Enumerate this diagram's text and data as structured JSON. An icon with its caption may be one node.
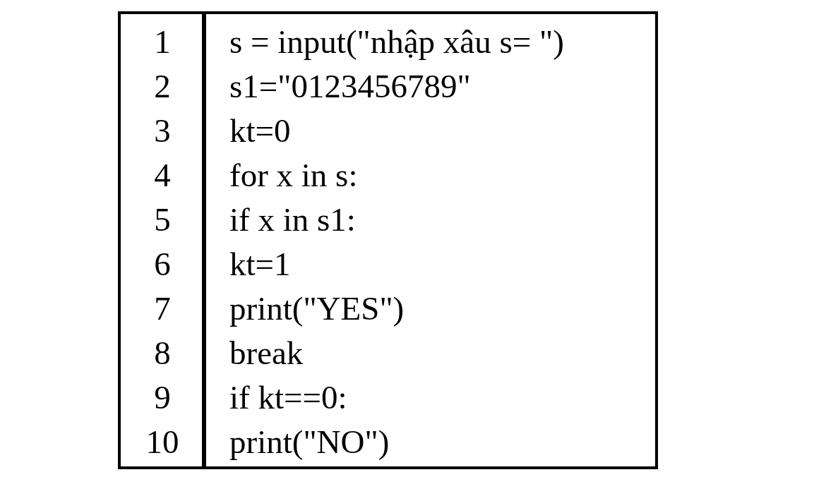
{
  "diagram": {
    "labels": [
      "1",
      "s = input(\"nhập xâu s= \")",
      "2",
      "s1=\"0123456789\"",
      "3",
      "kt=0",
      "4",
      "for x in s:",
      "5",
      "if x in s1:",
      "6",
      "kt=1",
      "7",
      "print(\"YES\")",
      "8",
      "break",
      "9",
      "if kt==0:",
      "10",
      "print(\"NO\")"
    ]
  }
}
